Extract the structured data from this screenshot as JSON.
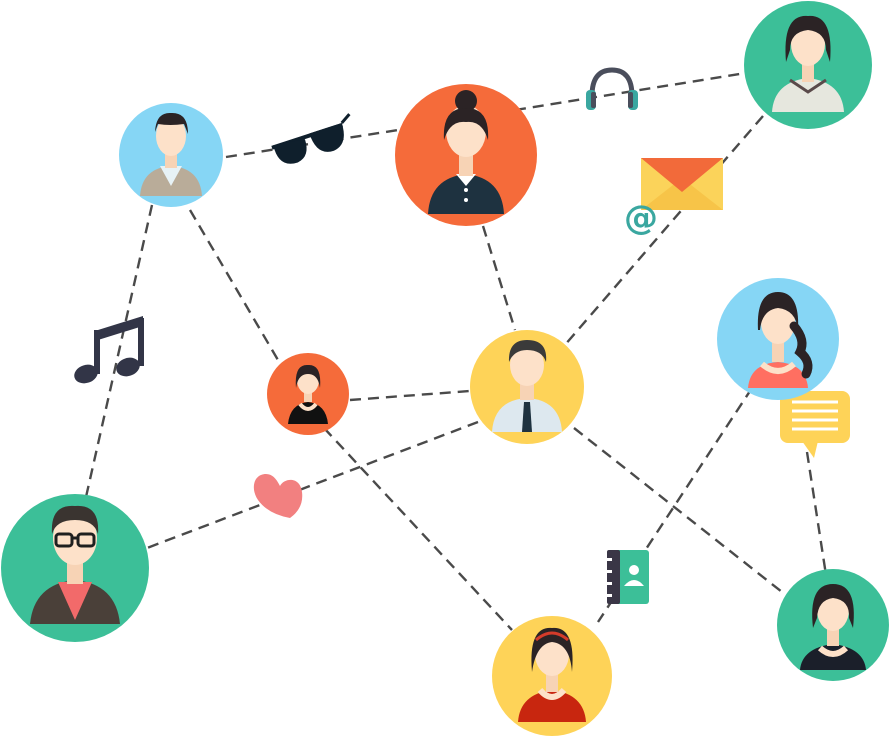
{
  "colors": {
    "background": "#ffffff",
    "link": "#4a4a4a",
    "green": "#3cbf98",
    "orange": "#f56b3a",
    "sky": "#86d6f5",
    "yellow": "#fed358",
    "skin": "#fde1c9",
    "hair": "#2b2325",
    "heart": "#f28080",
    "mail": "#fbd35a",
    "mail_flap": "#f26a3a",
    "at": "#3aa7a0",
    "music": "#323547",
    "book": "#3cbf98",
    "book_dark": "#3a3646"
  },
  "people": [
    {
      "id": "man-vest",
      "bg": "sky",
      "kind": "man"
    },
    {
      "id": "woman-bun",
      "bg": "orange",
      "kind": "woman"
    },
    {
      "id": "woman-collar",
      "bg": "green",
      "kind": "woman"
    },
    {
      "id": "girl-small",
      "bg": "orange",
      "kind": "woman"
    },
    {
      "id": "man-tie",
      "bg": "yellow",
      "kind": "man"
    },
    {
      "id": "woman-braid",
      "bg": "sky",
      "kind": "woman"
    },
    {
      "id": "man-glasses",
      "bg": "green",
      "kind": "man"
    },
    {
      "id": "woman-headband",
      "bg": "yellow",
      "kind": "woman"
    },
    {
      "id": "woman-bob",
      "bg": "green",
      "kind": "woman"
    }
  ],
  "icons": [
    "sunglasses-icon",
    "headphones-icon",
    "envelope-icon",
    "at-sign-icon",
    "music-note-icon",
    "heart-icon",
    "chat-bubble-icon",
    "contacts-book-icon"
  ]
}
